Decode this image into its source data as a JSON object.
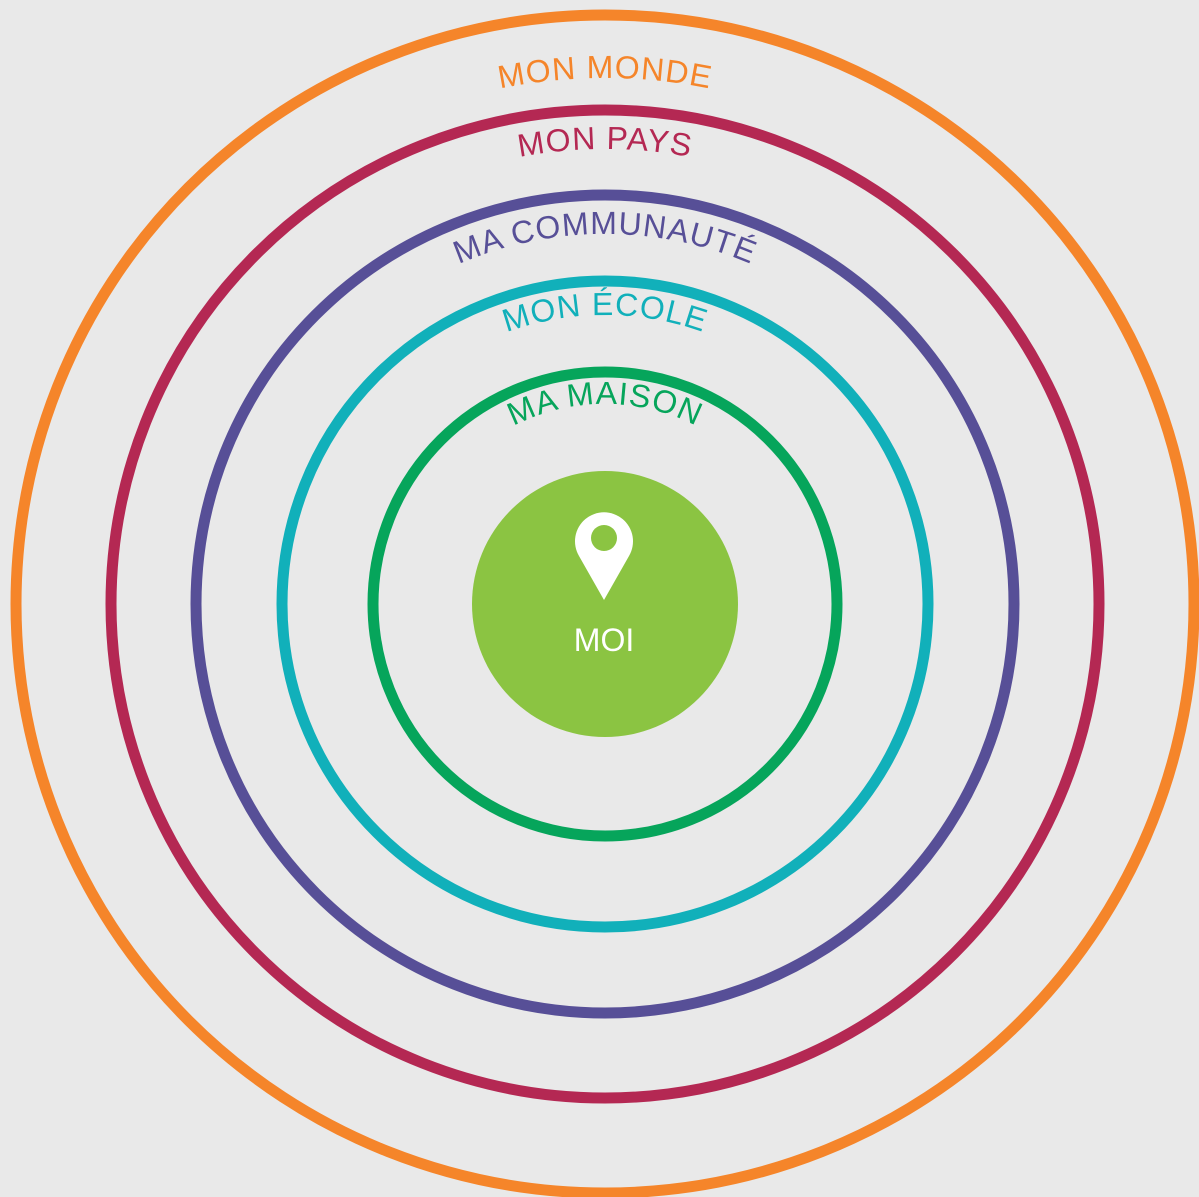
{
  "diagram": {
    "background": "#e9e9e9",
    "rings": [
      {
        "label": "MON MONDE",
        "color": "#f5852a"
      },
      {
        "label": "MON PAYS",
        "color": "#b42853"
      },
      {
        "label": "MA COMMUNAUTÉ",
        "color": "#574f97"
      },
      {
        "label": "MON ÉCOLE",
        "color": "#11b0ba"
      },
      {
        "label": "MA MAISON",
        "color": "#06a55b"
      }
    ],
    "center": {
      "label": "MOI",
      "color": "#8bc442",
      "icon": "location-pin-icon"
    }
  }
}
